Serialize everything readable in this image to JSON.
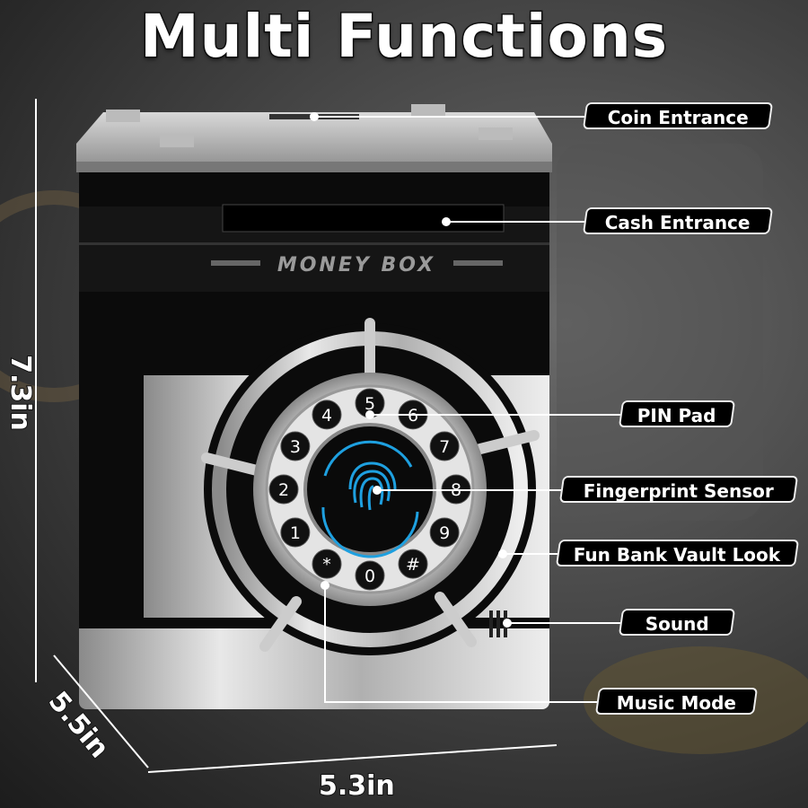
{
  "title": "Multi Functions",
  "product": {
    "logo_text": "MONEY BOX",
    "keypad_keys": [
      "5",
      "6",
      "7",
      "8",
      "9",
      "#",
      "0",
      "*",
      "1",
      "2",
      "3",
      "4"
    ]
  },
  "callouts": [
    {
      "label": "Coin Entrance"
    },
    {
      "label": "Cash Entrance"
    },
    {
      "label": "PIN Pad"
    },
    {
      "label": "Fingerprint Sensor"
    },
    {
      "label": "Fun Bank Vault Look"
    },
    {
      "label": "Sound"
    },
    {
      "label": "Music Mode"
    }
  ],
  "dimensions": {
    "height": "7.3in",
    "depth": "5.5in",
    "width": "5.3in"
  },
  "colors": {
    "accent_blue": "#1ea0e0",
    "label_bg": "#000000",
    "silver": "#c8c8c8"
  }
}
